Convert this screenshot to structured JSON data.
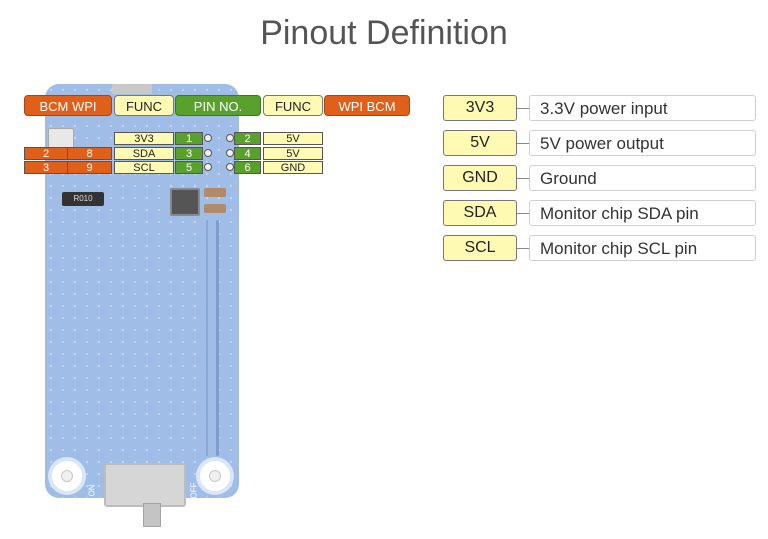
{
  "title": "Pinout Definition",
  "headers": {
    "left_bcm_wpi": "BCM  WPI",
    "left_func": "FUNC",
    "pin_no": "PIN NO.",
    "right_func": "FUNC",
    "right_wpi_bcm": "WPI  BCM"
  },
  "rows": [
    {
      "bcm": "",
      "wpi": "",
      "func_l": "3V3",
      "pin_l": "1",
      "pin_r": "2",
      "func_r": "5V"
    },
    {
      "bcm": "2",
      "wpi": "8",
      "func_l": "SDA",
      "pin_l": "3",
      "pin_r": "4",
      "func_r": "5V"
    },
    {
      "bcm": "3",
      "wpi": "9",
      "func_l": "SCL",
      "pin_l": "5",
      "pin_r": "6",
      "func_r": "GND"
    }
  ],
  "board": {
    "resistor_label": "R010",
    "switch_on": "ON",
    "switch_off": "OFF"
  },
  "legend": [
    {
      "key": "3V3",
      "desc": "3.3V power input"
    },
    {
      "key": "5V",
      "desc": "5V power output"
    },
    {
      "key": "GND",
      "desc": "Ground"
    },
    {
      "key": "SDA",
      "desc": "Monitor chip SDA pin"
    },
    {
      "key": "SCL",
      "desc": "Monitor chip SCL pin"
    }
  ],
  "colors": {
    "orange": "#e0601a",
    "yellow": "#fffab3",
    "green": "#5aa02c",
    "board": "#9fbde6"
  }
}
